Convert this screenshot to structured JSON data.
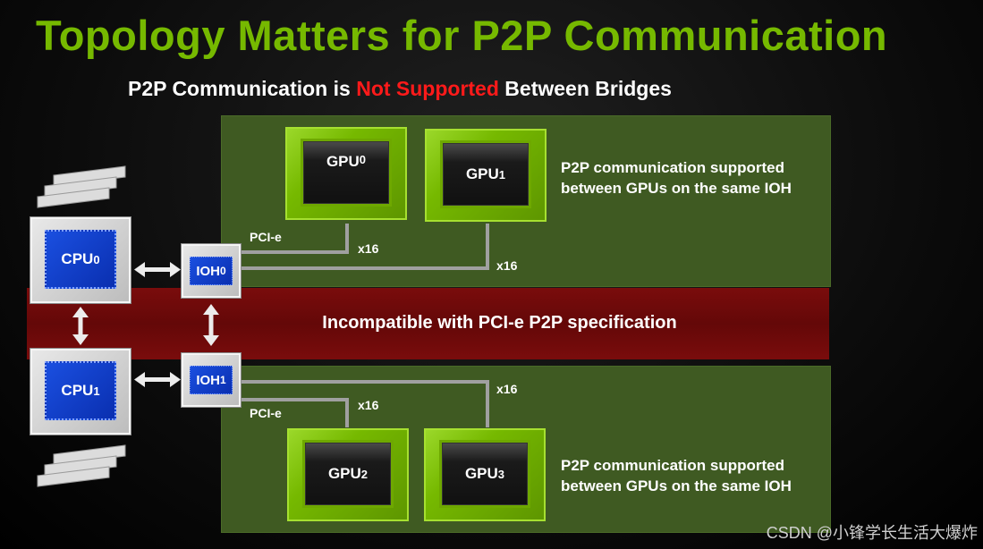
{
  "title": "Topology Matters for P2P Communication",
  "subtitle": {
    "before": "P2P Communication is ",
    "highlight": "Not Supported",
    "after": " Between Bridges",
    "highlight_color": "#ff1a1a"
  },
  "colors": {
    "title": "#76b900",
    "panel": "#3f5a22",
    "band": "#6e0a0a",
    "gpu": "#76b900",
    "chip": "#1a4fe0",
    "link": "#a0a0a0"
  },
  "band_text": "Incompatible with PCI-e P2P specification",
  "top_group": {
    "gpus": [
      {
        "name": "GPU",
        "index": "0"
      },
      {
        "name": "GPU",
        "index": "1"
      }
    ],
    "note_line1": "P2P communication supported",
    "note_line2": "between GPUs on the same IOH",
    "bus_label": "PCI-e",
    "link_labels": [
      "x16",
      "x16"
    ]
  },
  "bottom_group": {
    "gpus": [
      {
        "name": "GPU",
        "index": "2"
      },
      {
        "name": "GPU",
        "index": "3"
      }
    ],
    "note_line1": "P2P communication supported",
    "note_line2": "between GPUs on the same IOH",
    "bus_label": "PCI-e",
    "link_labels": [
      "x16",
      "x16"
    ]
  },
  "cpus": [
    {
      "name": "CPU",
      "index": "0"
    },
    {
      "name": "CPU",
      "index": "1"
    }
  ],
  "iohs": [
    {
      "name": "IOH",
      "index": "0"
    },
    {
      "name": "IOH",
      "index": "1"
    }
  ],
  "icons": [
    "memory-module-icon",
    "double-arrow-icon"
  ],
  "watermark": "CSDN @小锋学长生活大爆炸"
}
